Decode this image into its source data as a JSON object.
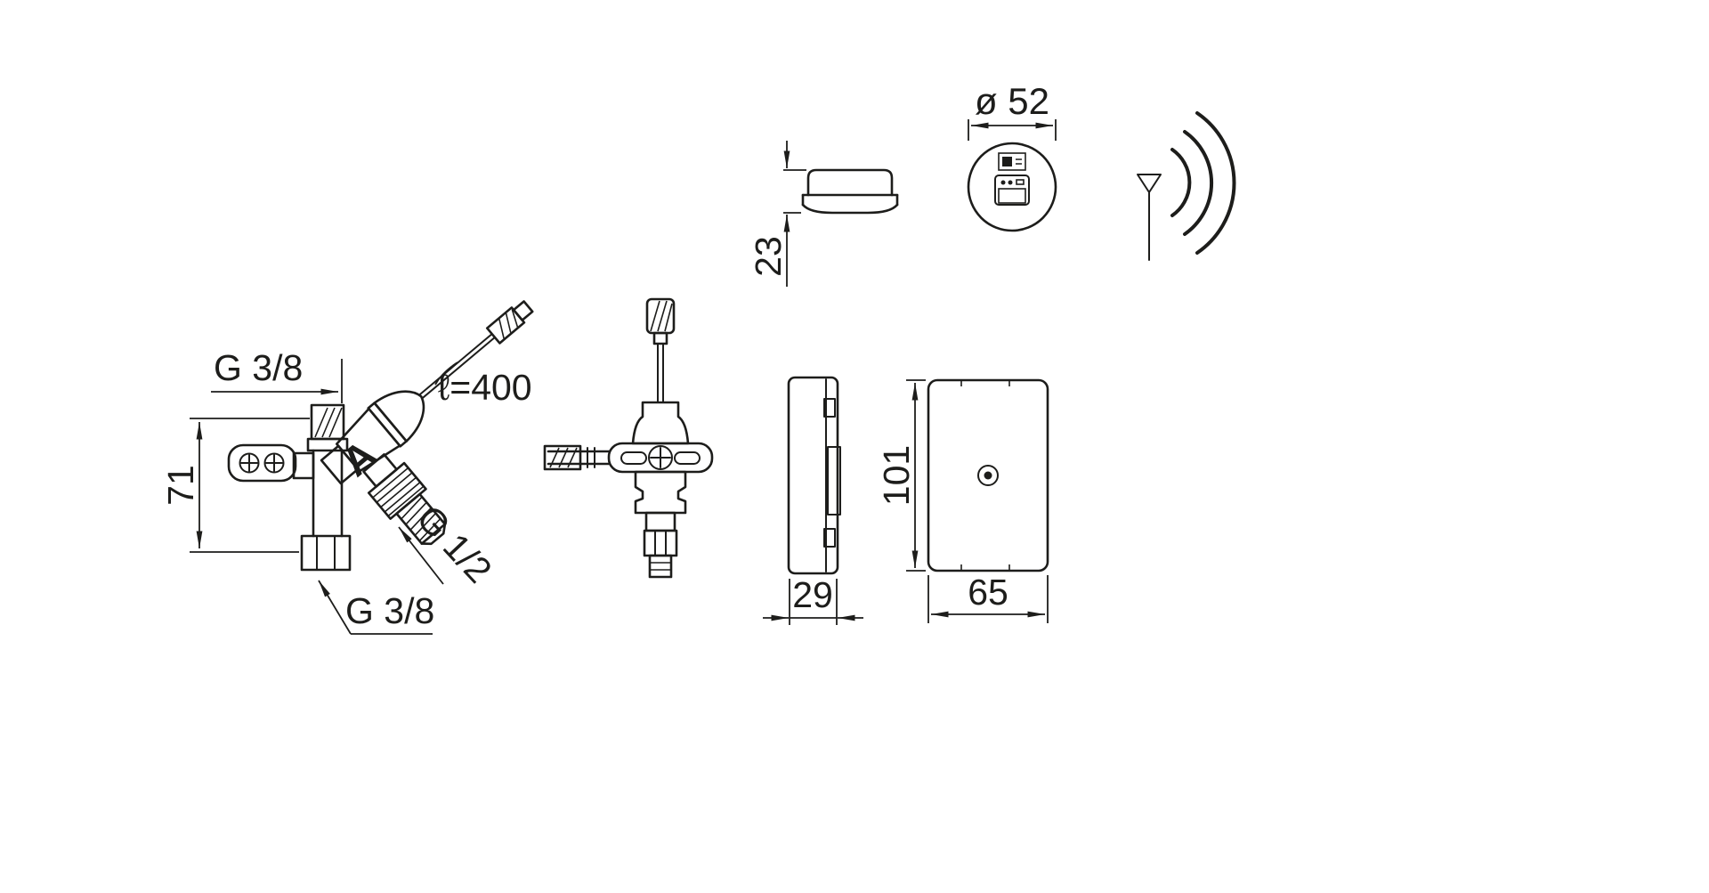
{
  "page": {
    "background": "#ffffff",
    "line_color": "#1d1d1b",
    "description_labels_only": true
  },
  "views": {
    "valve_side": {
      "marking": "A",
      "dims": {
        "thread_top": "G 3/8",
        "thread_bottom": "G 3/8",
        "thread_outlet": "G 1/2",
        "height": "71",
        "cable_length": "ℓ=400"
      }
    },
    "sensor": {
      "height": "23",
      "diameter": "ø 52"
    },
    "control_box": {
      "depth": "29",
      "height": "101",
      "width": "65"
    }
  }
}
